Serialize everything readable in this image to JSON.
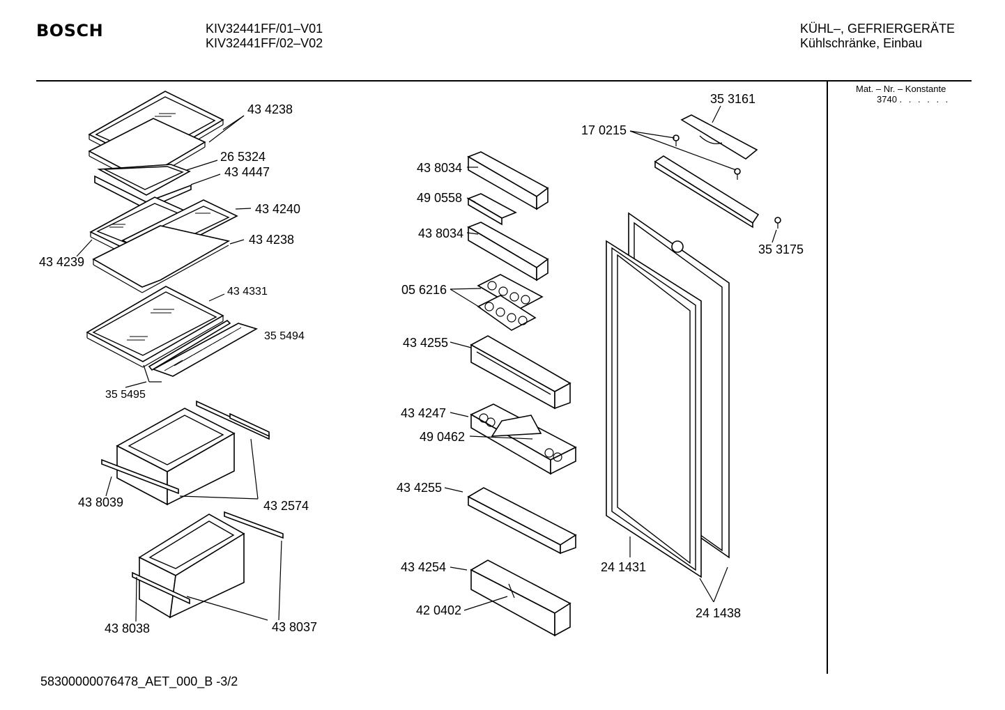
{
  "header": {
    "brand": "BOSCH",
    "models": [
      "KIV32441FF/01–V01",
      "KIV32441FF/02–V02"
    ],
    "category": "KÜHL–, GEFRIERGERÄTE",
    "subcategory": "Kühlschränke, Einbau"
  },
  "sidebar": {
    "mat_label": "Mat. – Nr. – Konstante",
    "mat_value": "3740",
    "mat_dots": ". . . . . ."
  },
  "footer": {
    "doc_id": "58300000076478_AET_000_B",
    "page": "-3/2"
  },
  "parts": {
    "p1": "43 4238",
    "p2": "26 5324",
    "p3": "43 4447",
    "p4": "43 4240",
    "p5": "43 4238",
    "p6": "43 4239",
    "p7": "43 4331",
    "p8": "35 5494",
    "p9": "35 5495",
    "p10": "43 8039",
    "p11": "43 2574",
    "p12": "43 8038",
    "p13": "43 8037",
    "p14": "43 8034",
    "p15": "49 0558",
    "p16": "43 8034",
    "p17": "05 6216",
    "p18": "43 4255",
    "p19": "43 4247",
    "p20": "49 0462",
    "p21": "43 4255",
    "p22": "43 4254",
    "p23": "42 0402",
    "p24": "35 3161",
    "p25": "17 0215",
    "p26": "35 3175",
    "p27": "24 1431",
    "p28": "24 1438"
  }
}
